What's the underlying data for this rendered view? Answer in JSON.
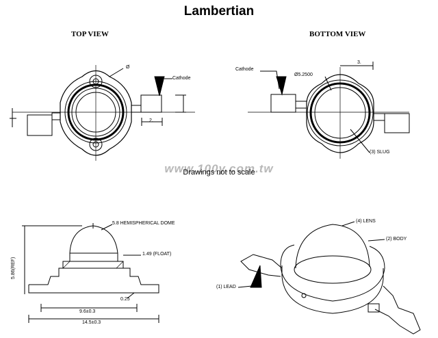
{
  "title": "Lambertian",
  "top_view_label": "TOP VIEW",
  "bottom_view_label": "BOTTOM VIEW",
  "watermark": "www.100y.com.tw",
  "note": "Drawings not to scale",
  "top_view": {
    "dia_label": "Ø",
    "cathode_label": "Cathode",
    "dim_label": "2."
  },
  "bottom_view": {
    "cathode_label": "Cathode",
    "dia_label": "Ø5.2500",
    "dim_label": "3.",
    "slug_label": "(3) SLUG"
  },
  "side_view": {
    "dome_label": "5.8 HEMISPHERICAL DOME",
    "float_label": "1.49 (FLOAT)",
    "height_label": "5.86(REF)",
    "d1_label": "0.25",
    "d2_label": "9.6±0.3",
    "d3_label": "14.5±0.3"
  },
  "iso_view": {
    "lens_label": "(4) LENS",
    "body_label": "(2) BODY",
    "lead_label": "(1) LEAD"
  }
}
